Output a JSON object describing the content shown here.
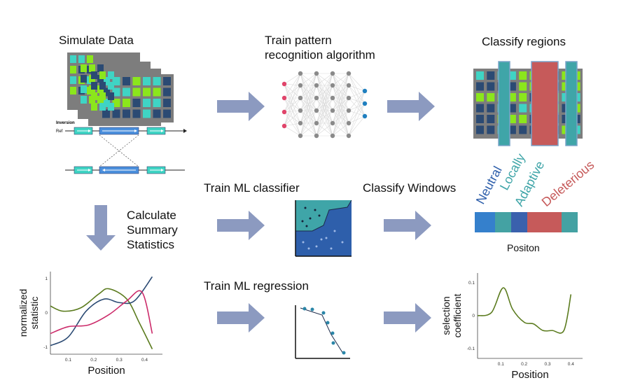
{
  "labels": {
    "simulate": "Simulate Data",
    "train_pattern_1": "Train pattern",
    "train_pattern_2": "recognition algorithm",
    "classify_regions": "Classify regions",
    "train_ml_classifier": "Train ML classifier",
    "classify_windows": "Classify Windows",
    "calc_1": "Calculate",
    "calc_2": "Summary",
    "calc_3": "Statistics",
    "train_ml_regression": "Train ML regression",
    "positon": "Positon"
  },
  "inversion": {
    "title": "Inversion",
    "ref": "Ref"
  },
  "window_classes": {
    "neutral": "Neutral",
    "locally": "Locally",
    "adaptive": "Adaptive",
    "deleterious": "Deleterious"
  },
  "colors": {
    "arrow": "#8c9ac0",
    "teal": "#3fa5a8",
    "blue": "#2e5fab",
    "red": "#c65a5a",
    "green": "#5b7b1e",
    "magenta": "#cc2b6a",
    "navy": "#2b4a73",
    "lime": "#8be61c",
    "cyan": "#3fd4c4"
  },
  "chart_data": [
    {
      "type": "line",
      "xlabel": "Position",
      "ylabel": "normalized statistic",
      "x_ticks": [
        "0.1",
        "0.2",
        "0.3",
        "0.4"
      ],
      "y_ticks": [
        "1",
        "0",
        "-1"
      ],
      "series": [
        {
          "color": "#5b7b1e",
          "x": [
            0.03,
            0.08,
            0.15,
            0.22,
            0.26,
            0.33,
            0.38,
            0.43
          ],
          "y": [
            0.2,
            0.05,
            0.15,
            0.55,
            0.7,
            0.4,
            -0.3,
            -1.05
          ]
        },
        {
          "color": "#2b4a73",
          "x": [
            0.03,
            0.1,
            0.17,
            0.24,
            0.3,
            0.36,
            0.43
          ],
          "y": [
            -0.95,
            -0.7,
            0.05,
            0.4,
            0.3,
            0.35,
            1.05
          ]
        },
        {
          "color": "#cc2b6a",
          "x": [
            0.03,
            0.1,
            0.18,
            0.26,
            0.33,
            0.39,
            0.43
          ],
          "y": [
            -0.6,
            -0.4,
            -0.35,
            -0.05,
            0.35,
            0.6,
            -0.6
          ]
        }
      ]
    },
    {
      "type": "line",
      "xlabel": "Position",
      "ylabel": "selection coefficient",
      "x_ticks": [
        "0.1",
        "0.2",
        "0.3",
        "0.4"
      ],
      "y_ticks": [
        "0.1",
        "0",
        "-0.1"
      ],
      "series": [
        {
          "color": "#5b7b1e",
          "x": [
            0.0,
            0.06,
            0.11,
            0.15,
            0.2,
            0.24,
            0.28,
            0.32,
            0.37,
            0.4
          ],
          "y": [
            0.0,
            0.01,
            0.085,
            0.02,
            -0.02,
            -0.025,
            -0.045,
            -0.045,
            -0.045,
            0.065
          ]
        }
      ]
    }
  ]
}
